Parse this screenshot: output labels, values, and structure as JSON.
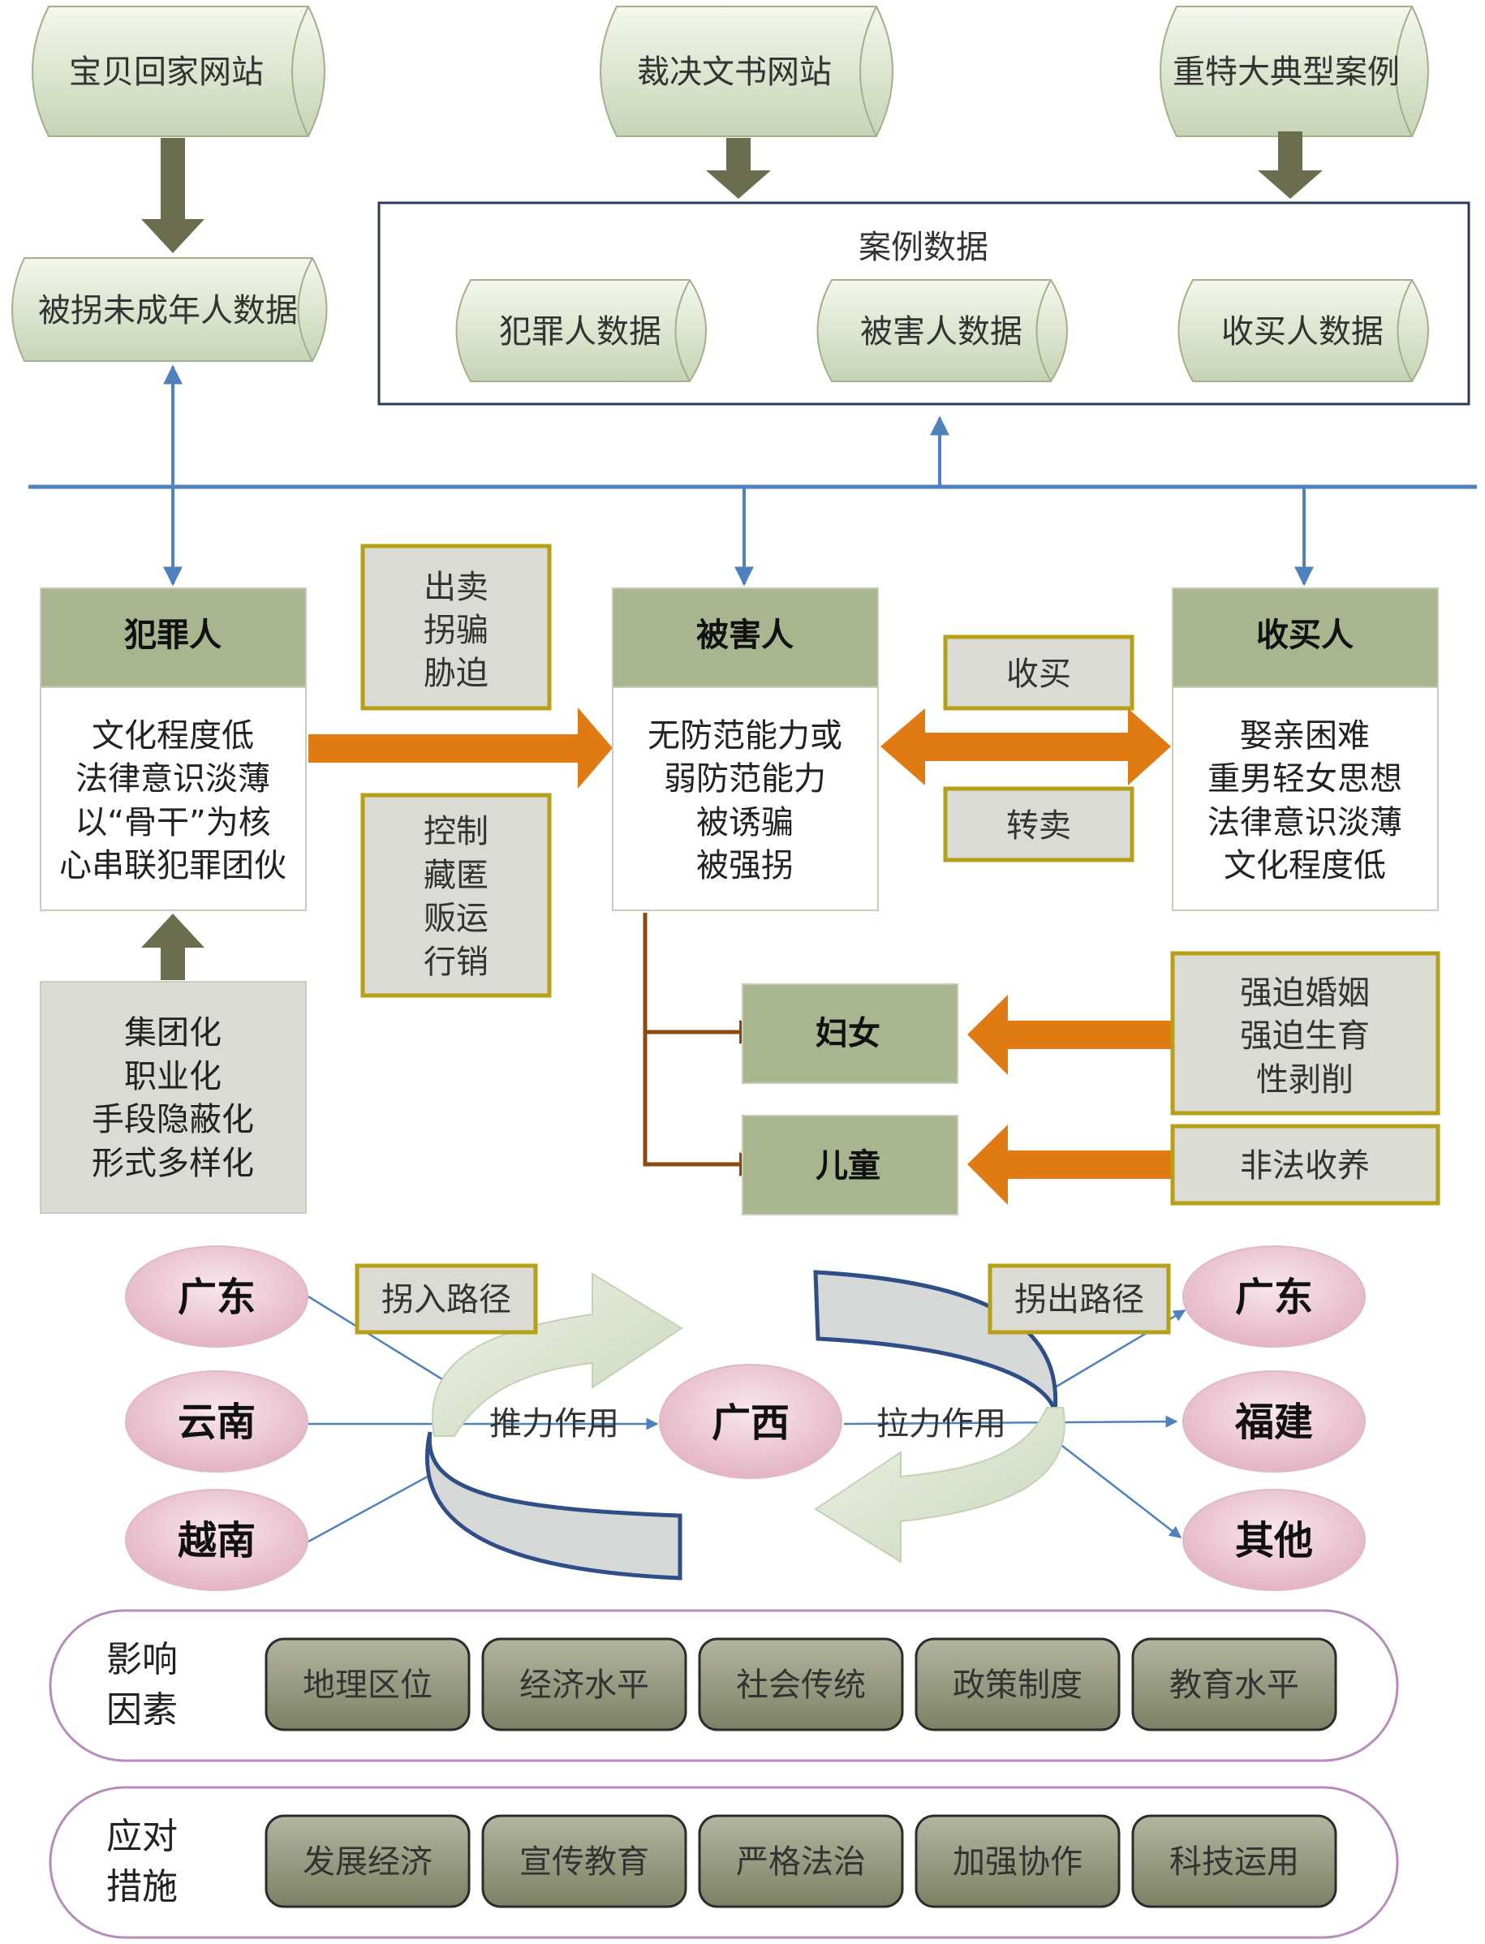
{
  "sources": {
    "s1": "宝贝回家网站",
    "s2": "裁决文书网站",
    "s3": "重特大典型案例"
  },
  "child_data": "被拐未成年人数据",
  "case_data": {
    "title": "案例数据",
    "items": [
      "犯罪人数据",
      "被害人数据",
      "收买人数据"
    ]
  },
  "criminal": {
    "title": "犯罪人",
    "lines": [
      "文化程度低",
      "法律意识淡薄",
      "以“骨干”为核",
      "心串联犯罪团伙"
    ]
  },
  "crime_actions_a": [
    "出卖",
    "拐骗",
    "胁迫"
  ],
  "crime_actions_b": [
    "控制",
    "藏匿",
    "贩运",
    "行销"
  ],
  "victim": {
    "title": "被害人",
    "lines": [
      "无防范能力或",
      "弱防范能力",
      "被诱骗",
      "被强拐"
    ]
  },
  "trade": {
    "buy": "收买",
    "resell": "转卖"
  },
  "buyer": {
    "title": "收买人",
    "lines": [
      "娶亲困难",
      "重男轻女思想",
      "法律意识淡薄",
      "文化程度低"
    ]
  },
  "trends": [
    "集团化",
    "职业化",
    "手段隐蔽化",
    "形式多样化"
  ],
  "women": {
    "label": "妇女",
    "purposes": [
      "强迫婚姻",
      "强迫生育",
      "性剥削"
    ]
  },
  "children": {
    "label": "儿童",
    "purposes": [
      "非法收养"
    ]
  },
  "routes": {
    "in_label": "拐入路径",
    "out_label": "拐出路径",
    "push": "推力作用",
    "pull": "拉力作用",
    "center": "广西",
    "origins": [
      "广东",
      "云南",
      "越南"
    ],
    "destinations": [
      "广东",
      "福建",
      "其他"
    ]
  },
  "factors": {
    "label": [
      "影响",
      "因素"
    ],
    "items": [
      "地理区位",
      "经济水平",
      "社会传统",
      "政策制度",
      "教育水平"
    ]
  },
  "measures": {
    "label": [
      "应对",
      "措施"
    ],
    "items": [
      "发展经济",
      "宣传教育",
      "严格法治",
      "加强协作",
      "科技运用"
    ]
  },
  "colors": {
    "olive_header": "#a9b58f",
    "gray_fill": "#d9dbd4",
    "gold_border": "#b5a018",
    "orange": "#e07b14",
    "blue": "#4f81bd",
    "dark_arrow": "#6b6e4e",
    "pink_oval": "#ecc3d0",
    "olive_button": "#8f9478"
  }
}
